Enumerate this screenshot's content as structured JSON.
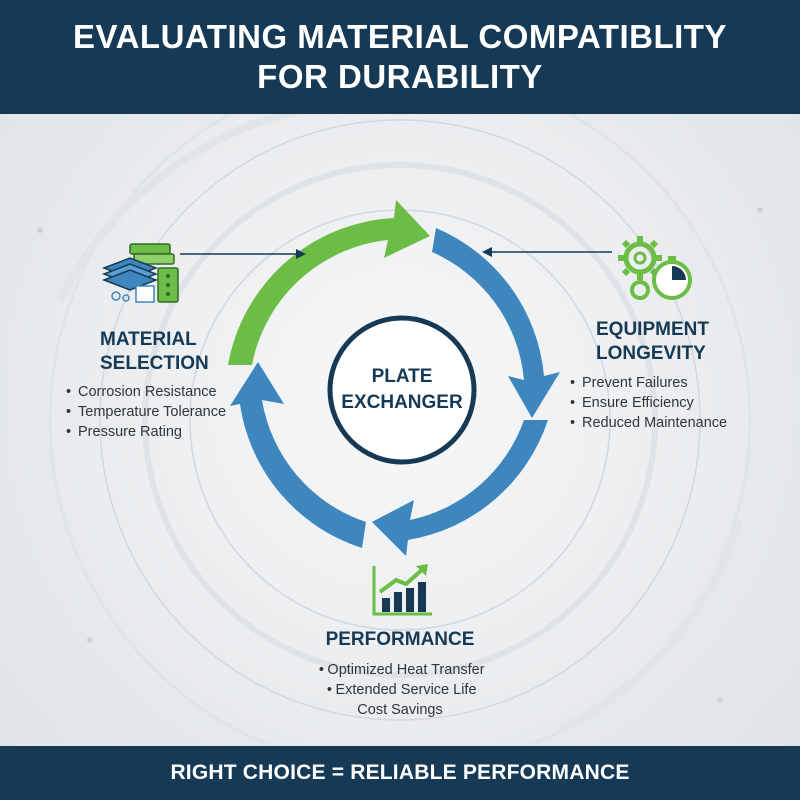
{
  "header": {
    "title_line1": "EVALUATING MATERIAL COMPATIBLITY",
    "title_line2": "FOR DURABILITY"
  },
  "center": {
    "line1": "PLATE",
    "line2": "EXCHANGER"
  },
  "material_selection": {
    "title_line1": "MATERIAL",
    "title_line2": "SELECTION",
    "icon": "material-stack-icon",
    "items": [
      "Corrosion Resistance",
      "Temperature Tolerance",
      "Pressure Rating"
    ]
  },
  "equipment_longevity": {
    "title_line1": "EQUIPMENT",
    "title_line2": "LONGEVITY",
    "icon": "gears-stopwatch-icon",
    "items": [
      "Prevent Failures",
      "Ensure Efficiency",
      "Reduced Maintenance"
    ]
  },
  "performance": {
    "title": "PERFORMANCE",
    "icon": "growth-chart-icon",
    "items": [
      "Optimized Heat Transfer",
      "Extended Service Life",
      "Cost Savings"
    ]
  },
  "footer": {
    "text": "RIGHT CHOICE = RELIABLE PERFORMANCE"
  },
  "colors": {
    "navy": "#163a55",
    "green": "#6cbd45",
    "blue": "#3d86be",
    "background": "#eceef0"
  }
}
